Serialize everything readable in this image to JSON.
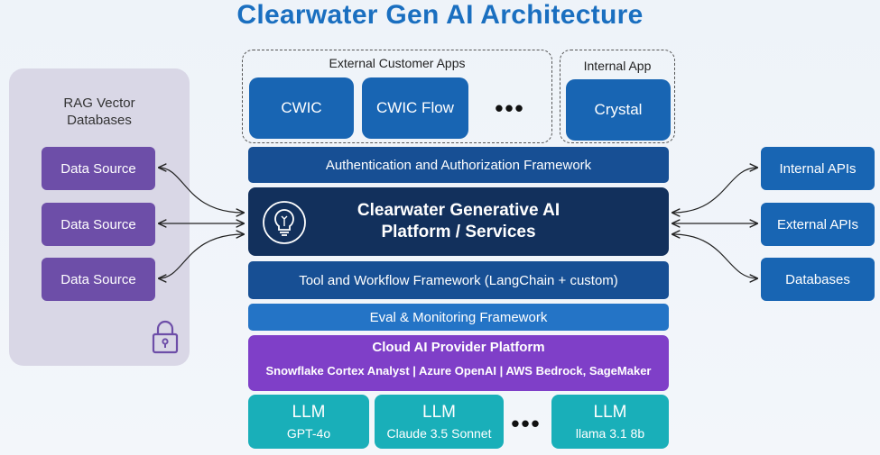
{
  "title": "Clearwater Gen AI Architecture",
  "rag": {
    "title_line1": "RAG Vector",
    "title_line2": "Databases",
    "sources": [
      "Data Source",
      "Data Source",
      "Data Source"
    ]
  },
  "external_apps": {
    "label": "External Customer Apps",
    "apps": [
      "CWIC",
      "CWIC Flow"
    ],
    "more": "•••"
  },
  "internal_app": {
    "label": "Internal App",
    "app": "Crystal"
  },
  "layers": {
    "auth": "Authentication and Authorization Framework",
    "platform_line1": "Clearwater Generative AI",
    "platform_line2": "Platform / Services",
    "tool": "Tool and Workflow Framework (LangChain + custom)",
    "eval": "Eval & Monitoring Framework",
    "cloud_title": "Cloud AI Provider Platform",
    "cloud_providers": "Snowflake Cortex Analyst | Azure OpenAI | AWS Bedrock, SageMaker"
  },
  "llms": {
    "items": [
      {
        "name": "LLM",
        "model": "GPT-4o"
      },
      {
        "name": "LLM",
        "model": "Claude 3.5 Sonnet"
      },
      {
        "name": "LLM",
        "model": "llama 3.1 8b"
      }
    ],
    "more": "•••"
  },
  "right": {
    "items": [
      "Internal APIs",
      "External APIs",
      "Databases"
    ]
  },
  "colors": {
    "title": "#1a6fc0",
    "app_blue": "#1865b3",
    "platform_navy": "#12305c",
    "data_source_purple": "#6d4ea8",
    "cloud_purple": "#7f3fc8",
    "llm_teal": "#19afb9"
  }
}
